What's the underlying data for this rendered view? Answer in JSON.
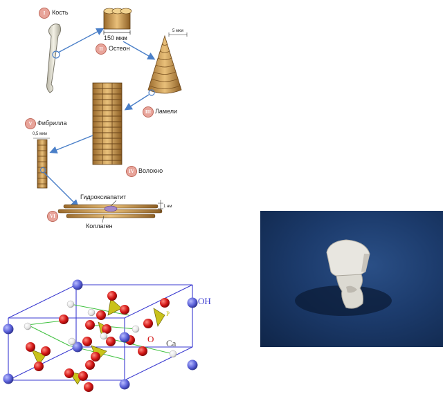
{
  "hierarchy": {
    "stages": [
      {
        "numeral": "I",
        "label": "Кость"
      },
      {
        "numeral": "II",
        "label": "Остеон"
      },
      {
        "numeral": "III",
        "label": "Ламели"
      },
      {
        "numeral": "IV",
        "label": "Волокно"
      },
      {
        "numeral": "V",
        "label": "Фибрилла"
      },
      {
        "numeral": "VI",
        "label": ""
      }
    ],
    "scale_osteon": "150 мкм",
    "scale_lamella": "5 мкм",
    "scale_fibril": "0,5 мкм",
    "scale_molecule": "1 нм",
    "label_hydroxyapatite": "Гидроксиапатит",
    "label_collagen": "Коллаген"
  },
  "crystal": {
    "atom_labels": {
      "oh": "OH",
      "o": "O",
      "ca": "Ca",
      "p": "P"
    },
    "colors": {
      "oh": "#5a60d8",
      "o": "#d21414",
      "ca": "#ffffff",
      "p": "#c9c21a",
      "cell": "#3a3ad0",
      "bond": "#3ec13e"
    }
  }
}
